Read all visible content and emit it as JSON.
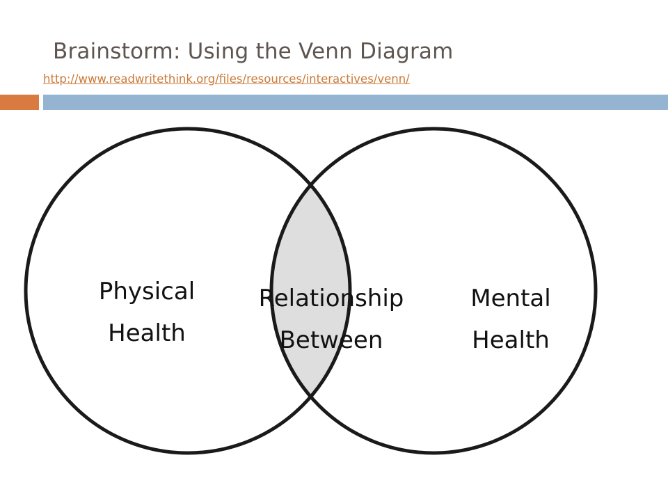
{
  "header": {
    "title": "Brainstorm: Using the Venn Diagram",
    "link": "http://www.readwritethink.org/files/resources/interactives/venn/",
    "accent_color": "#d97b40",
    "bar_color": "#94b4d2"
  },
  "diagram": {
    "left_circle": {
      "line1": "Physical",
      "line2": "Health"
    },
    "overlap": {
      "line1": "Relationship",
      "line2": "Between",
      "fill_color": "#dedede"
    },
    "right_circle": {
      "line1": "Mental",
      "line2": "Health"
    }
  }
}
